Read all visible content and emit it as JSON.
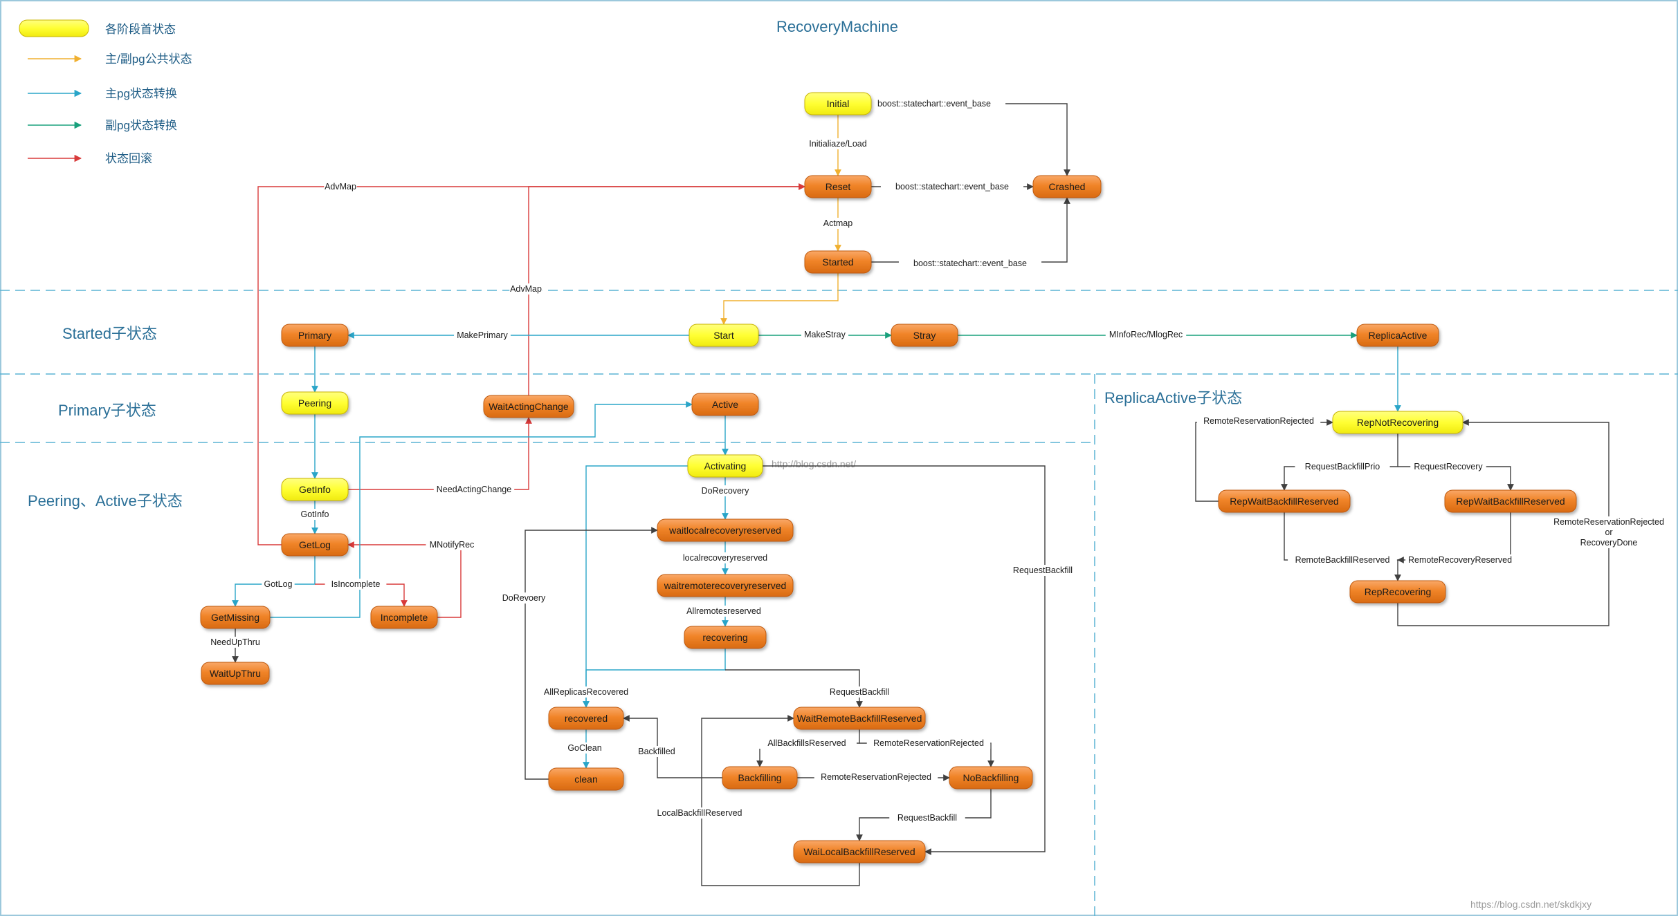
{
  "title": "RecoveryMachine",
  "colors": {
    "yellow_fill": "#ffff33",
    "orange_fill": "#f08428",
    "common_edge": "#f0b030",
    "primary_edge": "#2aa5c8",
    "replica_edge": "#18a07c",
    "rollback_edge": "#d83a3a",
    "black_edge": "#404040",
    "section_line": "#5ab4d4",
    "section_title": "#2a6f97"
  },
  "legend": [
    {
      "kind": "node",
      "label": "各阶段首状态"
    },
    {
      "kind": "common",
      "label": "主/副pg公共状态"
    },
    {
      "kind": "primary",
      "label": "主pg状态转换"
    },
    {
      "kind": "replica",
      "label": "副pg状态转换"
    },
    {
      "kind": "rollback",
      "label": "状态回滚"
    }
  ],
  "sections": [
    {
      "id": "started",
      "label": "Started子状态",
      "font": "serif"
    },
    {
      "id": "primary",
      "label": "Primary子状态",
      "font": "sans"
    },
    {
      "id": "peering",
      "label": "Peering、Active子状态",
      "font": "sans"
    },
    {
      "id": "replica",
      "label": "ReplicaActive子状态",
      "font": "serif"
    }
  ],
  "nodes": [
    {
      "id": "Initial",
      "label": "Initial",
      "style": "yellow"
    },
    {
      "id": "Reset",
      "label": "Reset",
      "style": "orange"
    },
    {
      "id": "Started",
      "label": "Started",
      "style": "orange"
    },
    {
      "id": "Crashed",
      "label": "Crashed",
      "style": "orange"
    },
    {
      "id": "Start",
      "label": "Start",
      "style": "yellow"
    },
    {
      "id": "Primary",
      "label": "Primary",
      "style": "orange"
    },
    {
      "id": "Stray",
      "label": "Stray",
      "style": "orange"
    },
    {
      "id": "ReplicaActive",
      "label": "ReplicaActive",
      "style": "orange"
    },
    {
      "id": "Peering",
      "label": "Peering",
      "style": "yellow"
    },
    {
      "id": "WaitActingChange",
      "label": "WaitActingChange",
      "style": "orange"
    },
    {
      "id": "Active",
      "label": "Active",
      "style": "orange"
    },
    {
      "id": "GetInfo",
      "label": "GetInfo",
      "style": "yellow"
    },
    {
      "id": "GetLog",
      "label": "GetLog",
      "style": "orange"
    },
    {
      "id": "GetMissing",
      "label": "GetMissing",
      "style": "orange"
    },
    {
      "id": "Incomplete",
      "label": "Incomplete",
      "style": "orange"
    },
    {
      "id": "WaitUpThru",
      "label": "WaitUpThru",
      "style": "orange"
    },
    {
      "id": "Activating",
      "label": "Activating",
      "style": "yellow"
    },
    {
      "id": "waitlocalrecoveryreserved",
      "label": "waitlocalrecoveryreserved",
      "style": "orange"
    },
    {
      "id": "waitremoterecoveryreserved",
      "label": "waitremoterecoveryreserved",
      "style": "orange"
    },
    {
      "id": "recovering",
      "label": "recovering",
      "style": "orange"
    },
    {
      "id": "recovered",
      "label": "recovered",
      "style": "orange"
    },
    {
      "id": "clean",
      "label": "clean",
      "style": "orange"
    },
    {
      "id": "WaitRemoteBackfillReserved",
      "label": "WaitRemoteBackfillReserved",
      "style": "orange"
    },
    {
      "id": "Backfilling",
      "label": "Backfilling",
      "style": "orange"
    },
    {
      "id": "NoBackfilling",
      "label": "NoBackfilling",
      "style": "orange"
    },
    {
      "id": "WaiLocalBackfillReserved",
      "label": "WaiLocalBackfillReserved",
      "style": "orange"
    },
    {
      "id": "RepNotRecovering",
      "label": "RepNotRecovering",
      "style": "yellow"
    },
    {
      "id": "RepWaitBackfillReserved",
      "label": "RepWaitBackfillReserved",
      "style": "orange"
    },
    {
      "id": "RepWaitRecoveryReserved",
      "label": "RepWaitBackfillReserved",
      "style": "orange"
    },
    {
      "id": "RepRecovering",
      "label": "RepRecovering",
      "style": "orange"
    }
  ],
  "edges": [
    {
      "id": "e_init_crash",
      "from": "Initial",
      "to": "Crashed",
      "color": "black",
      "label": "boost::statechart::event_base"
    },
    {
      "id": "e_init_reset",
      "from": "Initial",
      "to": "Reset",
      "color": "common",
      "label": "Initialiaze/Load"
    },
    {
      "id": "e_reset_crash",
      "from": "Reset",
      "to": "Crashed",
      "color": "black",
      "label": "boost::statechart::event_base"
    },
    {
      "id": "e_reset_started",
      "from": "Reset",
      "to": "Started",
      "color": "common",
      "label": "Actmap"
    },
    {
      "id": "e_started_crash",
      "from": "Started",
      "to": "Crashed",
      "color": "black",
      "label": "boost::statechart::event_base"
    },
    {
      "id": "e_started_start",
      "from": "Started",
      "to": "Start",
      "color": "common",
      "label": ""
    },
    {
      "id": "e_getlog_reset",
      "from": "GetLog",
      "to": "Reset",
      "color": "rollback",
      "label": "AdvMap"
    },
    {
      "id": "e_wac_reset",
      "from": "WaitActingChange",
      "to": "Reset",
      "color": "rollback",
      "label": "AdvMap"
    },
    {
      "id": "e_start_primary",
      "from": "Start",
      "to": "Primary",
      "color": "primary",
      "label": "MakePrimary"
    },
    {
      "id": "e_start_stray",
      "from": "Start",
      "to": "Stray",
      "color": "replica",
      "label": "MakeStray"
    },
    {
      "id": "e_stray_replica",
      "from": "Stray",
      "to": "ReplicaActive",
      "color": "replica",
      "label": "MInfoRec/MlogRec"
    },
    {
      "id": "e_primary_peering",
      "from": "Primary",
      "to": "Peering",
      "color": "primary",
      "label": ""
    },
    {
      "id": "e_peering_getinfo",
      "from": "Peering",
      "to": "GetInfo",
      "color": "primary",
      "label": ""
    },
    {
      "id": "e_getinfo_wac",
      "from": "GetInfo",
      "to": "WaitActingChange",
      "color": "rollback",
      "label": "NeedActingChange"
    },
    {
      "id": "e_getinfo_getlog",
      "from": "GetInfo",
      "to": "GetLog",
      "color": "primary",
      "label": "GotInfo"
    },
    {
      "id": "e_incomplete_getlog",
      "from": "Incomplete",
      "to": "GetLog",
      "color": "rollback",
      "label": "MNotifyRec"
    },
    {
      "id": "e_getlog_getmissing",
      "from": "GetLog",
      "to": "GetMissing",
      "color": "primary",
      "label": "GotLog"
    },
    {
      "id": "e_getlog_incomplete",
      "from": "GetLog",
      "to": "Incomplete",
      "color": "rollback",
      "label": "IsIncomplete"
    },
    {
      "id": "e_getmissing_waitupthru",
      "from": "GetMissing",
      "to": "WaitUpThru",
      "color": "black",
      "label": "NeedUpThru"
    },
    {
      "id": "e_getmissing_active",
      "from": "GetMissing",
      "to": "Active",
      "color": "primary",
      "label": ""
    },
    {
      "id": "e_active_activating",
      "from": "Active",
      "to": "Activating",
      "color": "primary",
      "label": ""
    },
    {
      "id": "e_activating_wlrr",
      "from": "Activating",
      "to": "waitlocalrecoveryreserved",
      "color": "primary",
      "label": "DoRecovery"
    },
    {
      "id": "e_wlrr_wrrr",
      "from": "waitlocalrecoveryreserved",
      "to": "waitremoterecoveryreserved",
      "color": "primary",
      "label": "localrecoveryreserved"
    },
    {
      "id": "e_wrrr_recovering",
      "from": "waitremoterecoveryreserved",
      "to": "recovering",
      "color": "primary",
      "label": "Allremotesreserved"
    },
    {
      "id": "e_recovering_recovered",
      "from": "recovering",
      "to": "recovered",
      "color": "primary",
      "label": "AllReplicasRecovered"
    },
    {
      "id": "e_recovering_wrbr",
      "from": "recovering",
      "to": "WaitRemoteBackfillReserved",
      "color": "black",
      "label": "RequestBackfill"
    },
    {
      "id": "e_activating_wlbr",
      "from": "Activating",
      "to": "WaiLocalBackfillReserved",
      "color": "black",
      "label": "RequestBackfill"
    },
    {
      "id": "e_activating_recovered",
      "from": "Activating",
      "to": "recovered",
      "color": "primary",
      "label": ""
    },
    {
      "id": "e_recovered_clean",
      "from": "recovered",
      "to": "clean",
      "color": "primary",
      "label": "GoClean"
    },
    {
      "id": "e_clean_wlrr",
      "from": "clean",
      "to": "waitlocalrecoveryreserved",
      "color": "black",
      "label": "DoRevoery"
    },
    {
      "id": "e_backfilling_recovered",
      "from": "Backfilling",
      "to": "recovered",
      "color": "black",
      "label": "Backfilled"
    },
    {
      "id": "e_wrbr_backfilling",
      "from": "WaitRemoteBackfillReserved",
      "to": "Backfilling",
      "color": "black",
      "label": "AllBackfillsReserved"
    },
    {
      "id": "e_wrbr_nobackfilling",
      "from": "WaitRemoteBackfillReserved",
      "to": "NoBackfilling",
      "color": "black",
      "label": "RemoteReservationRejected"
    },
    {
      "id": "e_backfilling_nobackfilling",
      "from": "Backfilling",
      "to": "NoBackfilling",
      "color": "black",
      "label": "RemoteReservationRejected"
    },
    {
      "id": "e_nobackfilling_wlbr",
      "from": "NoBackfilling",
      "to": "WaiLocalBackfillReserved",
      "color": "black",
      "label": "RequestBackfill"
    },
    {
      "id": "e_wlbr_wrbr",
      "from": "WaiLocalBackfillReserved",
      "to": "WaitRemoteBackfillReserved",
      "color": "black",
      "label": "LocalBackfillReserved"
    },
    {
      "id": "e_replica_repnot",
      "from": "ReplicaActive",
      "to": "RepNotRecovering",
      "color": "primary",
      "label": ""
    },
    {
      "id": "e_repnot_repwaitbf",
      "from": "RepNotRecovering",
      "to": "RepWaitBackfillReserved",
      "color": "black",
      "label": "RequestBackfillPrio"
    },
    {
      "id": "e_repnot_repwaitrec",
      "from": "RepNotRecovering",
      "to": "RepWaitRecoveryReserved",
      "color": "black",
      "label": "RequestRecovery"
    },
    {
      "id": "e_repwaitbf_repnot",
      "from": "RepWaitBackfillReserved",
      "to": "RepNotRecovering",
      "color": "black",
      "label": "RemoteReservationRejected"
    },
    {
      "id": "e_repwaitbf_reprec",
      "from": "RepWaitBackfillReserved",
      "to": "RepRecovering",
      "color": "black",
      "label": "RemoteBackfillReserved"
    },
    {
      "id": "e_repwaitrec_reprec",
      "from": "RepWaitRecoveryReserved",
      "to": "RepRecovering",
      "color": "black",
      "label": "RemoteRecoveryReserved"
    },
    {
      "id": "e_reprec_repnot",
      "from": "RepRecovering",
      "to": "RepNotRecovering",
      "color": "black",
      "label": "RemoteReservationRejected\nor\nRecoveryDone"
    }
  ],
  "watermarks": [
    {
      "id": "wm_center",
      "text": "http://blog.csdn.net/"
    },
    {
      "id": "wm_corner",
      "text": "https://blog.csdn.net/skdkjxy"
    }
  ]
}
